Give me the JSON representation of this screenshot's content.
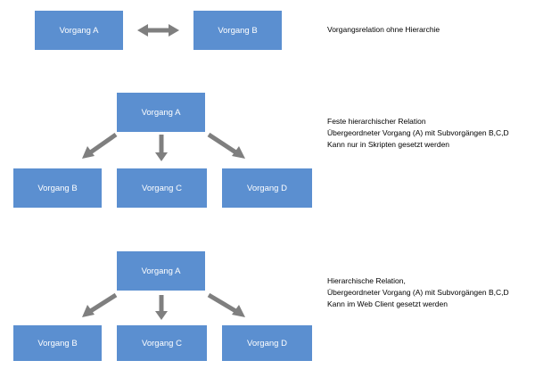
{
  "section1": {
    "box_left": "Vorgang A",
    "box_right": "Vorgang B",
    "note": [
      "Vorgangsrelation ohne Hierarchie"
    ]
  },
  "section2": {
    "parent": "Vorgang A",
    "children": [
      "Vorgang B",
      "Vorgang C",
      "Vorgang D"
    ],
    "note": [
      "Feste hierarchischer Relation",
      "Übergeordneter Vorgang (A) mit Subvorgängen B,C,D",
      "Kann nur in Skripten gesetzt werden"
    ]
  },
  "section3": {
    "parent": "Vorgang A",
    "children": [
      "Vorgang B",
      "Vorgang C",
      "Vorgang D"
    ],
    "note": [
      "Hierarchische Relation,",
      "Übergeordneter Vorgang (A) mit Subvorgängen B,C,D",
      "Kann im Web Client gesetzt werden"
    ]
  },
  "colors": {
    "box_fill": "#5b8fd0",
    "arrow": "#7f7f7f"
  }
}
